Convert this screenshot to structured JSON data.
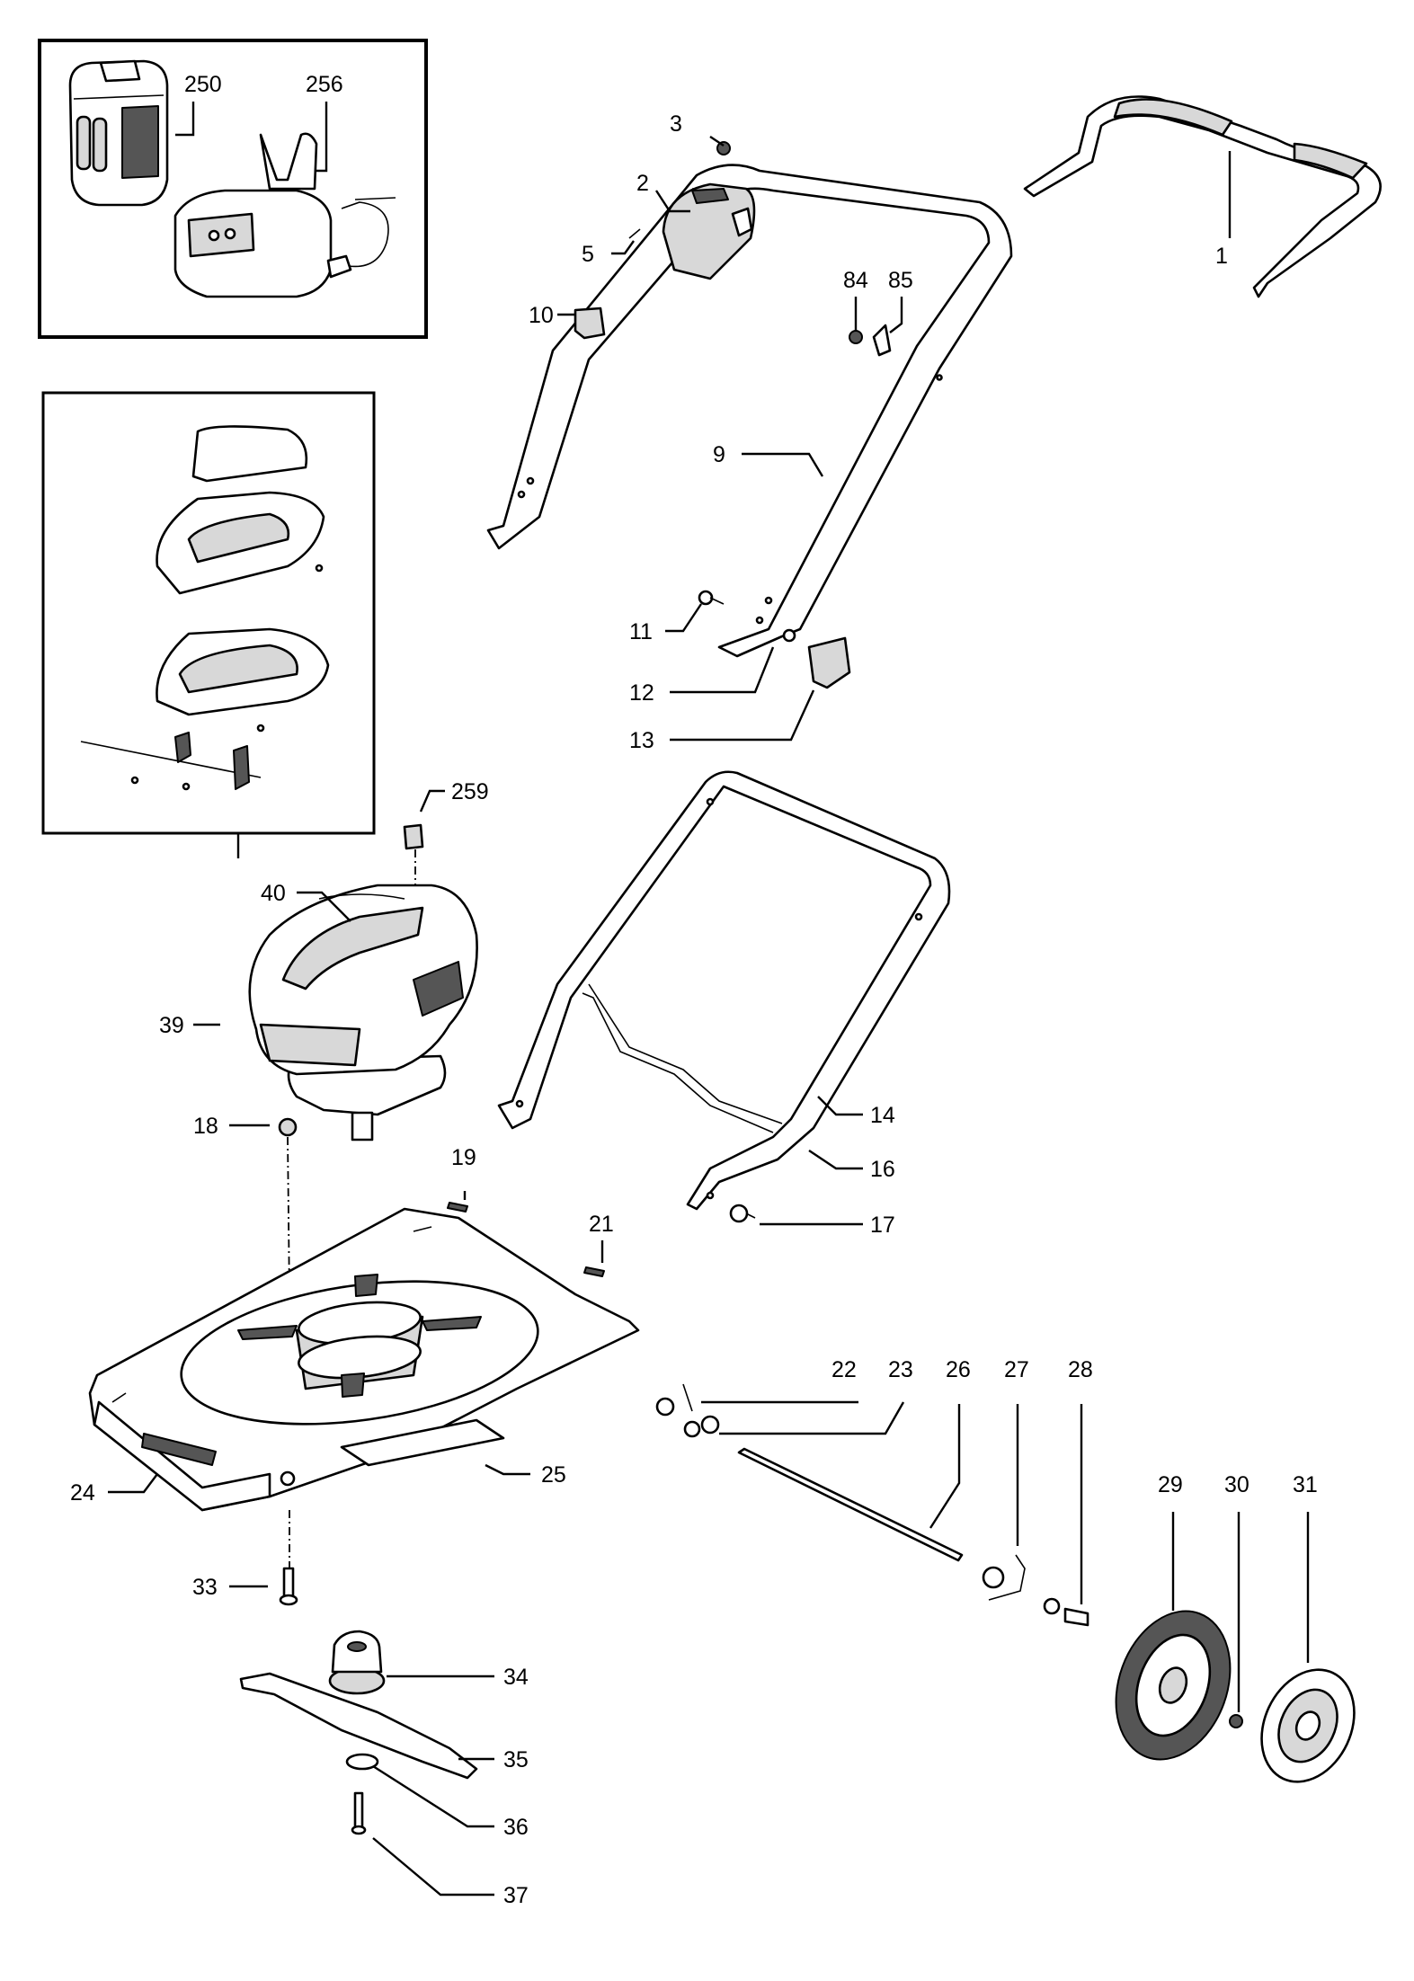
{
  "labels": {
    "l250": "250",
    "l256": "256",
    "l3": "3",
    "l2": "2",
    "l5": "5",
    "l10": "10",
    "l84": "84",
    "l85": "85",
    "l1": "1",
    "l9": "9",
    "l11": "11",
    "l12": "12",
    "l13": "13",
    "l259": "259",
    "l40": "40",
    "l39": "39",
    "l18": "18",
    "l14": "14",
    "l19": "19",
    "l16": "16",
    "l17": "17",
    "l21": "21",
    "l22": "22",
    "l23": "23",
    "l26": "26",
    "l27": "27",
    "l28": "28",
    "l24": "24",
    "l25": "25",
    "l29": "29",
    "l30": "30",
    "l31": "31",
    "l33": "33",
    "l34": "34",
    "l35": "35",
    "l36": "36",
    "l37": "37"
  }
}
